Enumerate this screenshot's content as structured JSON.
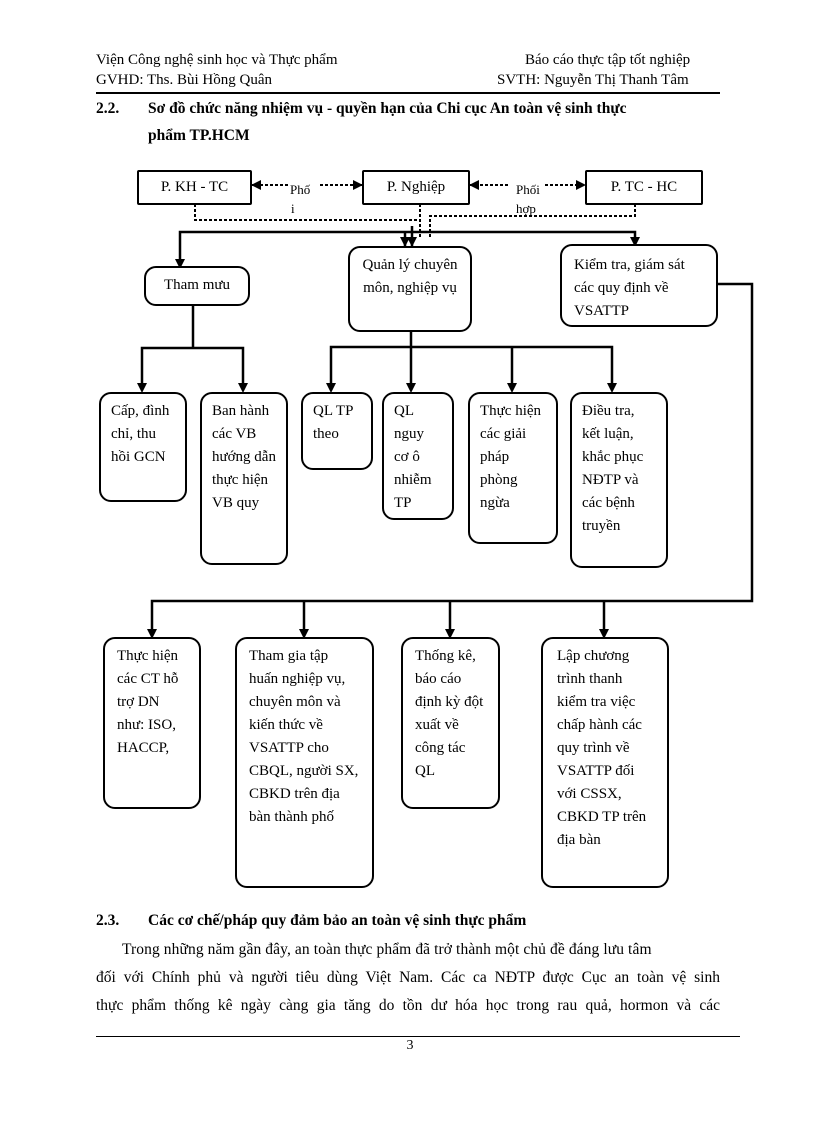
{
  "header": {
    "left_top": "Viện Công nghệ sinh học và Thực phẩm",
    "right_top": "Báo cáo thực tập tốt nghiệp",
    "left_bottom": "GVHD: Ths. Bùi Hồng Quân",
    "right_bottom": "SVTH: Nguyễn Thị Thanh Tâm"
  },
  "section_22": {
    "number": "2.2.",
    "title_line1": "Sơ đồ chức năng nhiệm vụ - quyền hạn của Chi cục An toàn vệ sinh thực",
    "title_line2": "phẩm TP.HCM"
  },
  "diagram": {
    "top_left": "P. KH - TC",
    "top_center": "P. Nghiệp",
    "top_right": "P. TC - HC",
    "coord_left_line1": "Phố",
    "coord_left_line2": "i",
    "coord_right_line1": "Phối",
    "coord_right_line2": "hợp",
    "mid_left": "Tham mưu",
    "mid_center": "Quản lý chuyên môn, nghiệp vụ",
    "mid_right": "Kiểm tra, giám sát các quy định về VSATTP",
    "row3": [
      "Cấp, đình chỉ, thu hồi GCN",
      "Ban hành các VB hướng dẫn thực hiện VB quy",
      "QL TP theo",
      "QL nguy cơ ô nhiễm TP",
      "Thực hiện các giải pháp phòng ngừa",
      "Điều tra, kết luận, khắc phục NĐTP và các bệnh truyền"
    ],
    "row4": [
      "Thực hiện các CT hỗ trợ DN như: ISO, HACCP,",
      "Tham gia tập huấn nghiệp vụ, chuyên môn và kiến thức về VSATTP cho CBQL, người SX, CBKD trên địa bàn thành phố",
      "Thống kê, báo cáo định kỳ đột xuất về công tác QL",
      "Lập chương trình thanh kiểm tra việc chấp hành các quy trình về VSATTP đối với CSSX, CBKD TP trên địa bàn"
    ]
  },
  "section_23": {
    "number": "2.3.",
    "title": "Các cơ chế/pháp quy đảm bảo an toàn vệ sinh thực phẩm"
  },
  "paragraph": [
    "Trong những năm gần đây, an toàn thực phẩm đã trở thành một chủ đề đáng lưu tâm",
    "đối với Chính phủ và người tiêu dùng Việt Nam. Các ca NĐTP được Cục an toàn vệ sinh",
    "thực phẩm thống kê ngày càng gia tăng do tồn dư hóa học trong rau quả, hormon và các"
  ],
  "page_number": "3"
}
